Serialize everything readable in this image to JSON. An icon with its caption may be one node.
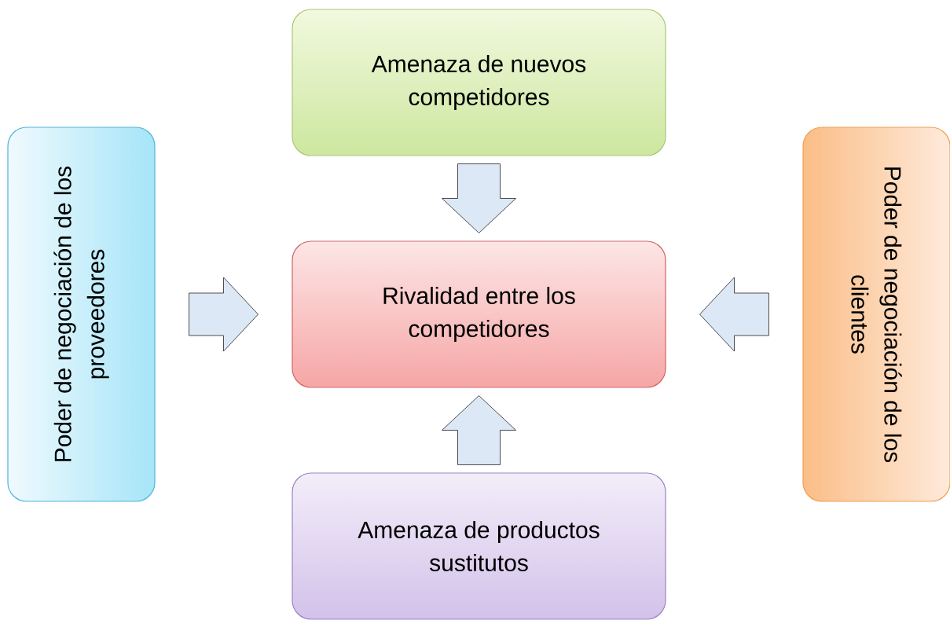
{
  "diagram": {
    "nodes": [
      {
        "text": [
          "Amenaza de nuevos competidores"
        ]
      },
      {
        "text": [
          "Poder de negociación de los proveedores"
        ]
      },
      {
        "text": [
          "Rivalidad entre los competidores"
        ]
      },
      {
        "text": [
          "Poder de negociación de los clientes"
        ]
      },
      {
        "text": [
          "Amenaza de productos sustitutos"
        ]
      }
    ],
    "edges": [
      {
        "from": 0,
        "to": 2,
        "arrow": "to"
      },
      {
        "from": 1,
        "to": 2,
        "arrow": "to"
      },
      {
        "from": 3,
        "to": 2,
        "arrow": "to"
      },
      {
        "from": 4,
        "to": 2,
        "arrow": "to"
      }
    ]
  }
}
